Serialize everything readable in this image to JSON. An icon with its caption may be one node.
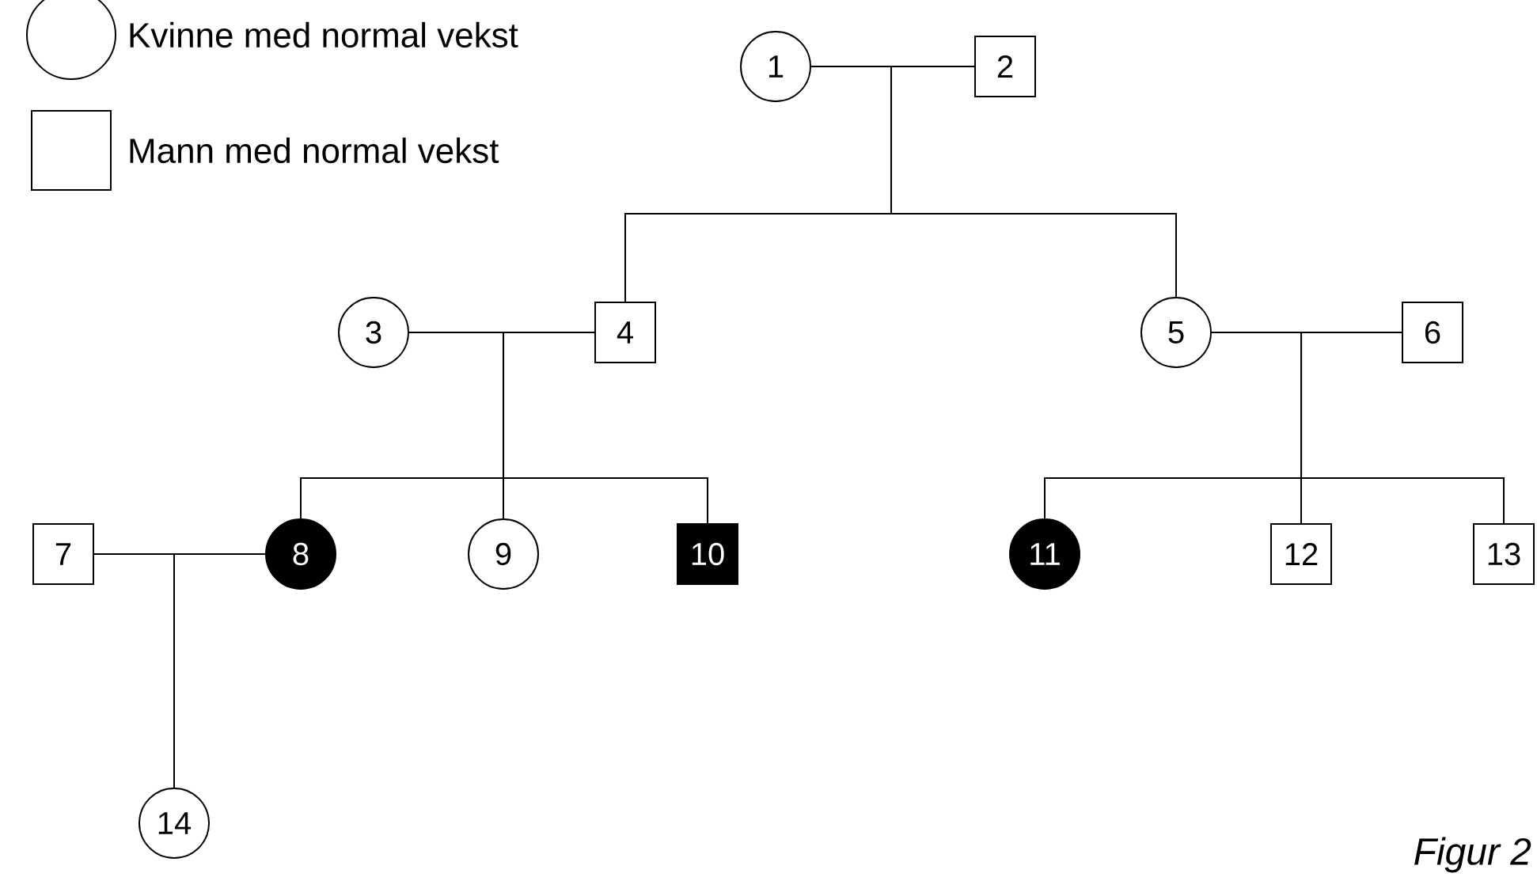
{
  "diagram": {
    "caption": "Figur 2",
    "nodes": [
      {
        "text": [
          "1"
        ]
      },
      {
        "text": [
          "2"
        ]
      },
      {
        "text": [
          "3"
        ]
      },
      {
        "text": [
          "4"
        ]
      },
      {
        "text": [
          "5"
        ]
      },
      {
        "text": [
          "6"
        ]
      },
      {
        "text": [
          "7"
        ]
      },
      {
        "text": [
          "8"
        ]
      },
      {
        "text": [
          "9"
        ]
      },
      {
        "text": [
          "10"
        ]
      },
      {
        "text": [
          "11"
        ]
      },
      {
        "text": [
          "12"
        ]
      },
      {
        "text": [
          "13"
        ]
      },
      {
        "text": [
          "14"
        ]
      }
    ],
    "edges": [
      {
        "from": 0,
        "to": 1,
        "arrow": "none"
      },
      {
        "from": 0,
        "to": 3,
        "arrow": "none"
      },
      {
        "from": 1,
        "to": 3,
        "arrow": "none"
      },
      {
        "from": 0,
        "to": 4,
        "arrow": "none"
      },
      {
        "from": 1,
        "to": 4,
        "arrow": "none"
      },
      {
        "from": 2,
        "to": 3,
        "arrow": "none"
      },
      {
        "from": 2,
        "to": 7,
        "arrow": "none"
      },
      {
        "from": 3,
        "to": 7,
        "arrow": "none"
      },
      {
        "from": 2,
        "to": 8,
        "arrow": "none"
      },
      {
        "from": 3,
        "to": 8,
        "arrow": "none"
      },
      {
        "from": 2,
        "to": 9,
        "arrow": "none"
      },
      {
        "from": 3,
        "to": 9,
        "arrow": "none"
      },
      {
        "from": 4,
        "to": 5,
        "arrow": "none"
      },
      {
        "from": 4,
        "to": 10,
        "arrow": "none"
      },
      {
        "from": 5,
        "to": 10,
        "arrow": "none"
      },
      {
        "from": 4,
        "to": 11,
        "arrow": "none"
      },
      {
        "from": 5,
        "to": 11,
        "arrow": "none"
      },
      {
        "from": 4,
        "to": 12,
        "arrow": "none"
      },
      {
        "from": 5,
        "to": 12,
        "arrow": "none"
      },
      {
        "from": 6,
        "to": 7,
        "arrow": "none"
      },
      {
        "from": 6,
        "to": 13,
        "arrow": "none"
      },
      {
        "from": 7,
        "to": 13,
        "arrow": "none"
      }
    ],
    "legend": [
      {
        "text": "Kvinne med normal vekst"
      },
      {
        "text": "Mann med normal vekst"
      }
    ]
  }
}
